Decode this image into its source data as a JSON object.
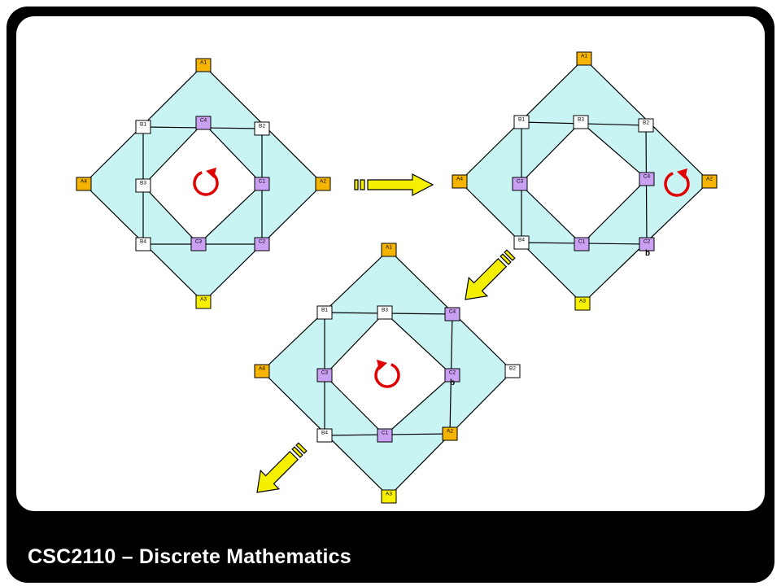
{
  "footer": {
    "title": "CSC2110 – Discrete Mathematics"
  },
  "colors": {
    "frame": "#000000",
    "canvas": "#ffffff",
    "region": "#c8f4f4",
    "node_a": "#f5b400",
    "node_a_bottom": "#f7f000",
    "node_b": "#ffffff",
    "node_c": "#c9a0f2",
    "arrow": "#f4f000",
    "rotation": "#e00000"
  },
  "diagrams": [
    {
      "id": "diagram-1",
      "rotation": "clockwise",
      "nodes": [
        {
          "label": "A1",
          "kind": "a"
        },
        {
          "label": "A2",
          "kind": "a"
        },
        {
          "label": "A3",
          "kind": "a_bottom"
        },
        {
          "label": "A4",
          "kind": "a"
        },
        {
          "label": "B1",
          "kind": "b"
        },
        {
          "label": "B2",
          "kind": "b"
        },
        {
          "label": "B3",
          "kind": "b"
        },
        {
          "label": "B4",
          "kind": "b"
        },
        {
          "label": "C4",
          "kind": "c"
        },
        {
          "label": "C1",
          "kind": "c"
        },
        {
          "label": "C2",
          "kind": "c"
        },
        {
          "label": "C3",
          "kind": "c"
        }
      ],
      "sub_labels": []
    },
    {
      "id": "diagram-2",
      "rotation": "clockwise",
      "nodes": [
        {
          "label": "A1",
          "kind": "a"
        },
        {
          "label": "A2",
          "kind": "a"
        },
        {
          "label": "A3",
          "kind": "a_bottom"
        },
        {
          "label": "A4",
          "kind": "a"
        },
        {
          "label": "B1",
          "kind": "b"
        },
        {
          "label": "B3",
          "kind": "b"
        },
        {
          "label": "B2",
          "kind": "b"
        },
        {
          "label": "B4",
          "kind": "b"
        },
        {
          "label": "C3",
          "kind": "c"
        },
        {
          "label": "C4",
          "kind": "c"
        },
        {
          "label": "C1",
          "kind": "c"
        },
        {
          "label": "C2",
          "kind": "c"
        }
      ],
      "sub_labels": [
        "b"
      ]
    },
    {
      "id": "diagram-3",
      "rotation": "counterclockwise",
      "nodes": [
        {
          "label": "A1",
          "kind": "a"
        },
        {
          "label": "B2",
          "kind": "b"
        },
        {
          "label": "A3",
          "kind": "a_bottom"
        },
        {
          "label": "A4",
          "kind": "a"
        },
        {
          "label": "B1",
          "kind": "b"
        },
        {
          "label": "B3",
          "kind": "b"
        },
        {
          "label": "C4",
          "kind": "c"
        },
        {
          "label": "B4",
          "kind": "b"
        },
        {
          "label": "C3",
          "kind": "c"
        },
        {
          "label": "C2",
          "kind": "c"
        },
        {
          "label": "C1",
          "kind": "c"
        },
        {
          "label": "A2",
          "kind": "a"
        }
      ],
      "sub_labels": [
        "b"
      ]
    }
  ],
  "transition_arrows": [
    {
      "from": "diagram-1",
      "to": "diagram-2"
    },
    {
      "from": "diagram-2",
      "to": "diagram-3"
    },
    {
      "from": "diagram-3",
      "to": "next"
    }
  ]
}
